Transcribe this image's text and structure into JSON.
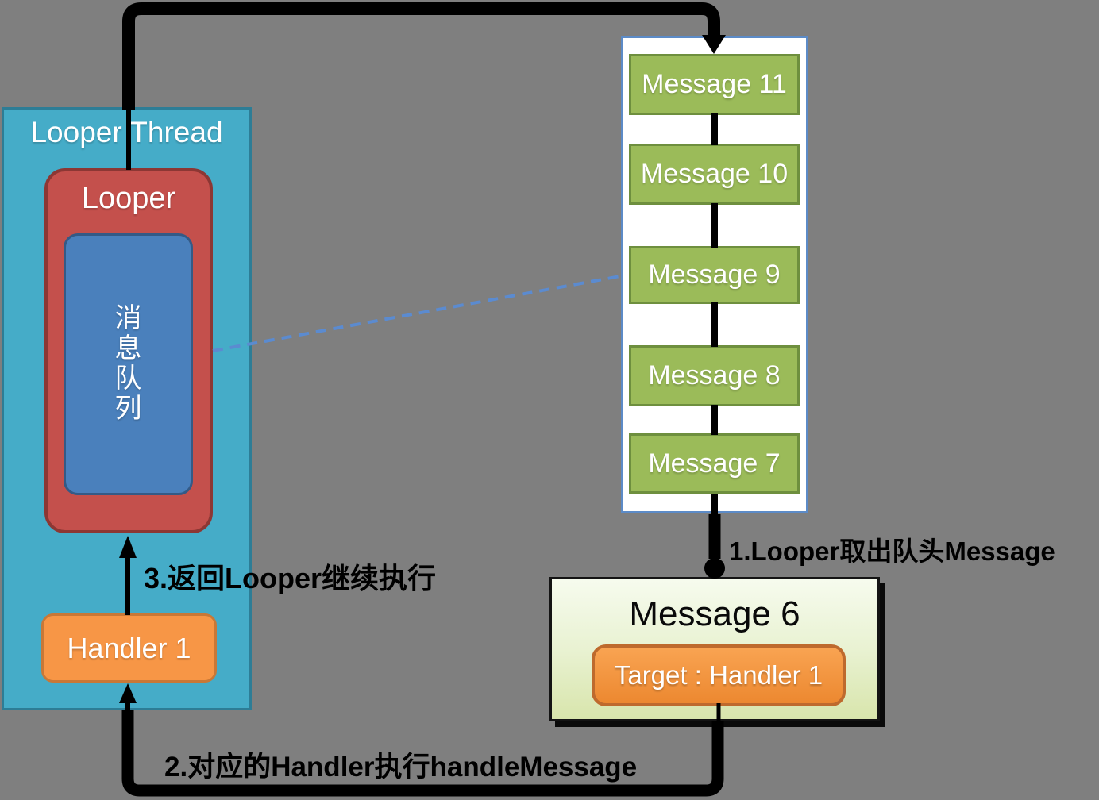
{
  "diagram": {
    "looper_thread": {
      "title": "Looper Thread",
      "looper": {
        "title": "Looper",
        "message_queue": {
          "chars": [
            "消",
            "息",
            "队",
            "列"
          ],
          "text": "消息队列"
        }
      },
      "handler": {
        "label": "Handler 1"
      }
    },
    "queue_panel": {
      "messages": [
        "Message 11",
        "Message 10",
        "Message 9",
        "Message 8",
        "Message 7"
      ]
    },
    "dequeued_message": {
      "title": "Message 6",
      "target": "Target : Handler 1"
    },
    "steps": {
      "step1": "1.Looper取出队头Message",
      "step2": "2.对应的Handler执行handleMessage",
      "step3": "3.返回Looper继续执行"
    },
    "colors": {
      "background": "#7F7F7F",
      "thread_box": "#45ACC8",
      "looper_box": "#C4504C",
      "queue_box": "#4A80BC",
      "handler_box": "#F79646",
      "message_box": "#9BBB59",
      "dequeued_box_top": "#F6FBEE",
      "dequeued_box_bottom": "#D8E5AC",
      "target_box": "#F39544",
      "dashed_link": "#5B8BD0",
      "flow_line": "#000000"
    }
  }
}
